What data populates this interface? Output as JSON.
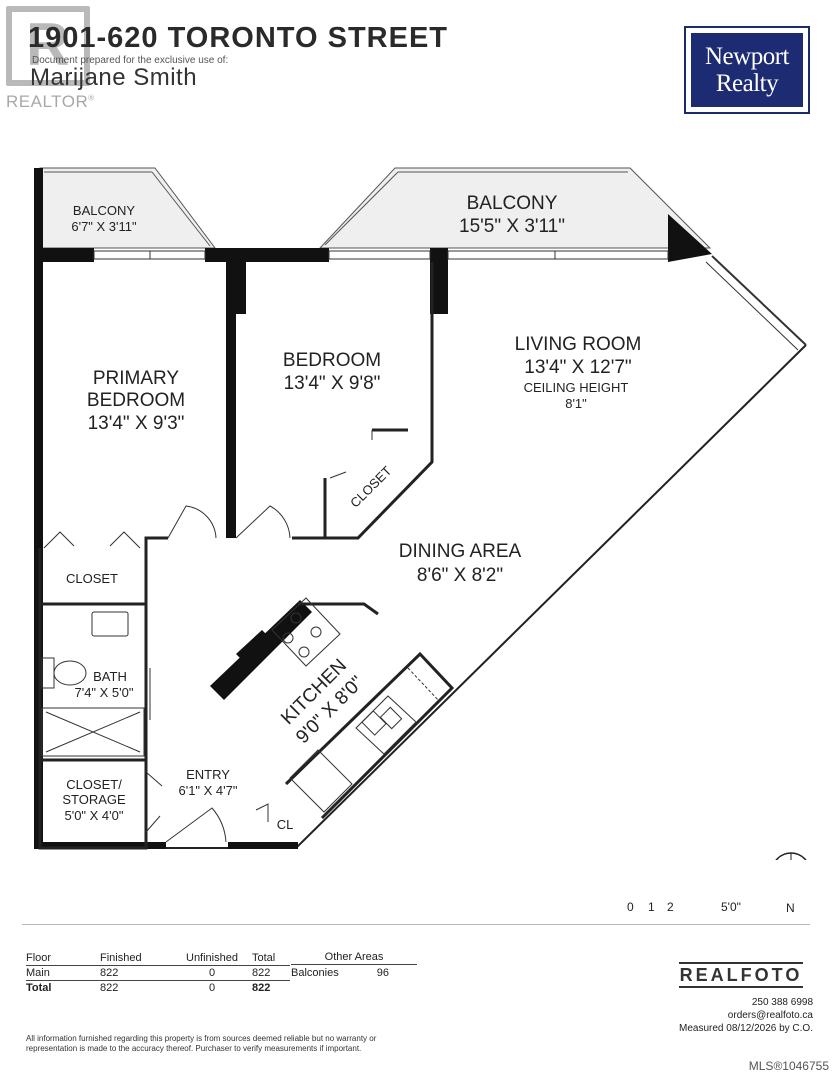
{
  "header": {
    "title": "1901-620 TORONTO STREET",
    "prepared_for": "Document prepared for the exclusive use of:",
    "agent_name": "Marijane Smith"
  },
  "realtor_badge": {
    "letter": "R",
    "word": "REALTOR",
    "mark": "®"
  },
  "brand": {
    "line1": "Newport",
    "line2": "Realty",
    "color": "#1d2b72"
  },
  "rooms": {
    "balcony_left": {
      "name": "BALCONY",
      "dims": "6'7\" X 3'11\""
    },
    "balcony_main": {
      "name": "BALCONY",
      "dims": "15'5\" X 3'11\""
    },
    "primary_bedroom": {
      "line1": "PRIMARY",
      "line2": "BEDROOM",
      "dims": "13'4\" X 9'3\""
    },
    "bedroom": {
      "name": "BEDROOM",
      "dims": "13'4\" X 9'8\""
    },
    "living_room": {
      "name": "LIVING ROOM",
      "dims": "13'4\" X 12'7\"",
      "ceiling_label": "CEILING HEIGHT",
      "ceiling_value": "8'1\""
    },
    "closet_bedroom": {
      "name": "CLOSET"
    },
    "closet_primary": {
      "name": "CLOSET"
    },
    "dining_area": {
      "name": "DINING AREA",
      "dims": "8'6\" X 8'2\""
    },
    "kitchen": {
      "name": "KITCHEN",
      "dims": "9'0\" X 8'0\""
    },
    "bath": {
      "name": "BATH",
      "dims": "7'4\" X 5'0\""
    },
    "closet_storage": {
      "line1": "CLOSET/",
      "line2": "STORAGE",
      "dims": "5'0\" X 4'0\""
    },
    "entry": {
      "name": "ENTRY",
      "dims": "6'1\" X 4'7\""
    },
    "cl": {
      "name": "CL"
    }
  },
  "scale": {
    "tick0": "0",
    "tick1": "1",
    "tick2": "2",
    "tick5": "5'0\""
  },
  "north": {
    "label": "N"
  },
  "area_table": {
    "headers": [
      "Floor",
      "Finished",
      "Unfinished",
      "Total"
    ],
    "rows": [
      [
        "Main",
        "822",
        "0",
        "822"
      ],
      [
        "Total",
        "822",
        "0",
        "822"
      ]
    ]
  },
  "other_areas": {
    "header": "Other Areas",
    "label": "Balconies",
    "value": "96"
  },
  "realfoto": {
    "logo": "REALFOTO",
    "phone": "250 388 6998",
    "email": "orders@realfoto.ca",
    "measured": "Measured 08/12/2026 by C.O."
  },
  "disclaimer": "All information furnished regarding this property is from sources deemed reliable but no warranty or representation is made to the accuracy thereof. Purchaser to verify measurements if important.",
  "mls": "MLS®1046755",
  "colors": {
    "wall": "#111111",
    "balcony_fill": "#ededed",
    "line": "#333333"
  }
}
